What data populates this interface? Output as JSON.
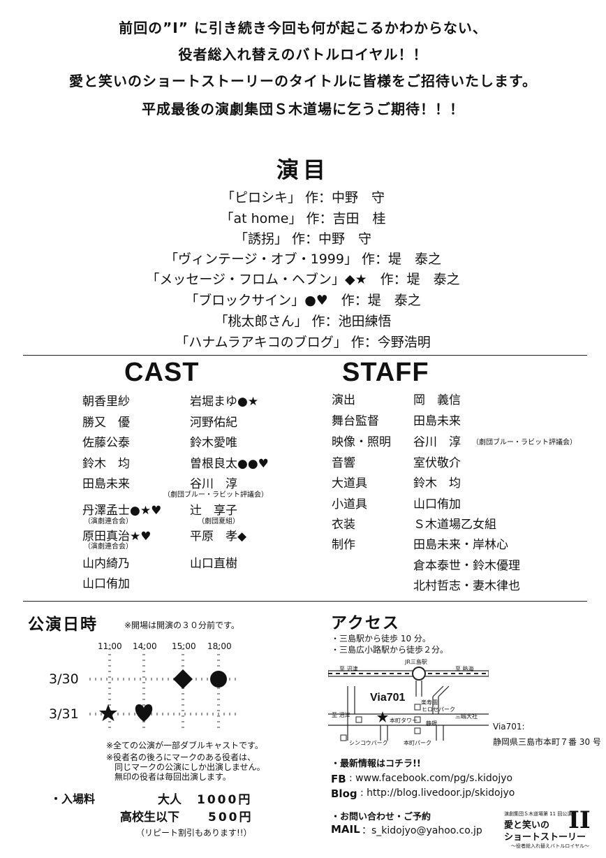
{
  "intro": [
    "前回の”I” に引き続き今回も何が起こるかわからない、",
    "役者総入れ替えのバトルロイヤル！！",
    "愛と笑いのショートストーリーのタイトルに皆様をご招待いたします。",
    "平成最後の演劇集団Ｓ木道場に乞うご期待！！！"
  ],
  "program": {
    "title": "演目",
    "items": [
      "「ピロシキ」 作：中野　守",
      "「at home」 作：吉田　桂",
      "「誘拐」 作：中野　守",
      "「ヴィンテージ・オブ・1999」 作：堤　泰之",
      "「メッセージ・フロム・ヘブン」◆★　作：堤　泰之",
      "「ブロックサイン」●♥　作：堤　泰之",
      "「桃太郎さん」 作：池田練悟",
      "「ハナムラアキコのブログ」 作：今野浩明"
    ]
  },
  "cast": {
    "title": "CAST",
    "left": [
      "朝香里紗",
      "勝又　優",
      "佐藤公泰",
      "鈴木　均",
      "田島未来",
      "丹澤孟士●★♥",
      "原田真治★♥",
      "山内綺乃",
      "山口侑加"
    ],
    "right": [
      "岩堀まゆ●★",
      "河野佑紀",
      "鈴木愛唯",
      "曽根良太●●♥",
      "谷川　淳",
      "辻　享子",
      "平原　孝◆",
      "山口直樹"
    ],
    "notes": {
      "tanigawa": "（劇団ブルー・ラビット評議会）",
      "tanzawa": "（演劇連合会）",
      "harada": "（演劇連合会）",
      "tsuji": "（劇団夏組）"
    }
  },
  "staff": {
    "title": "STAFF",
    "rows": [
      {
        "role": "演出",
        "name": "岡　義信"
      },
      {
        "role": "舞台監督",
        "name": "田島未来"
      },
      {
        "role": "映像・照明",
        "name": "谷川　淳"
      },
      {
        "role": "音響",
        "name": "室伏敬介"
      },
      {
        "role": "大道具",
        "name": "鈴木　均"
      },
      {
        "role": "小道具",
        "name": "山口侑加"
      },
      {
        "role": "衣装",
        "name": "Ｓ木道場乙女組"
      },
      {
        "role": "制作",
        "name": "田島未来・岸林心"
      }
    ],
    "extra_names": [
      "倉本泰世・鈴木優理",
      "北村哲志・妻木律也"
    ],
    "lighting_note": "（劇団ブルー・ラビット評議会）"
  },
  "schedule": {
    "title": "公演日時",
    "note": "※開場は開演の３０分前です。",
    "times": [
      "11:00",
      "14:00",
      "15:00",
      "18:00"
    ],
    "dates": [
      "3/30",
      "3/31"
    ],
    "footnotes": [
      "※全ての公演が一部ダブルキャストです。",
      "※役者名の後ろにマークのある役者は、",
      "　同じマークの公演にしか出演しません。",
      "　無印の役者は毎回出演します。"
    ]
  },
  "admission": {
    "label": "・入場料",
    "adult_label": "大人",
    "adult_price": "1000円",
    "student_label": "高校生以下",
    "student_price": "500円",
    "repeat": "（リピート割引もあります!!）"
  },
  "access": {
    "title": "アクセス",
    "lines": [
      "・三島駅から徒歩 10 分。",
      "・三島広小路駅から徒歩２分。"
    ],
    "map": {
      "jr": "JR三島駅",
      "to_numazu": "至 沼津",
      "to_atami": "至 熱海",
      "venue": "Via701",
      "rakuju": "楽寿園",
      "hiroko": "ヒロセパーク",
      "honmachi_tower": "本町タワー",
      "seibu": "静銀",
      "mishima_taisha": "三嶋大社",
      "honmachi_park": "本町パーク",
      "shinkoro": "シンコウパーク",
      "to_numazu2": "至 沼津"
    },
    "venue_name": "Via701:",
    "venue_address": "静岡県三島市本町７番 30 号"
  },
  "info": {
    "latest": "・最新情報はコチラ!!",
    "fb_label": "FB",
    "fb_url": ": www.facebook.com/pg/s.kidojyo",
    "blog_label": "Blog",
    "blog_url": ": http://blog.livedoor.jp/skidojyo",
    "contact": "・お問い合わせ・ご予約",
    "mail_label": "MAIL",
    "mail": "：s_kidojyo@yahoo.co.jp"
  },
  "footer_logo": {
    "line1": "演劇集団Ｓ木道場第 11 回公演",
    "line2": "愛と笑いの",
    "line3": "ショートストーリー",
    "line4": "〜役者総入れ替えバトルロイヤル〜",
    "numeral": "II"
  }
}
